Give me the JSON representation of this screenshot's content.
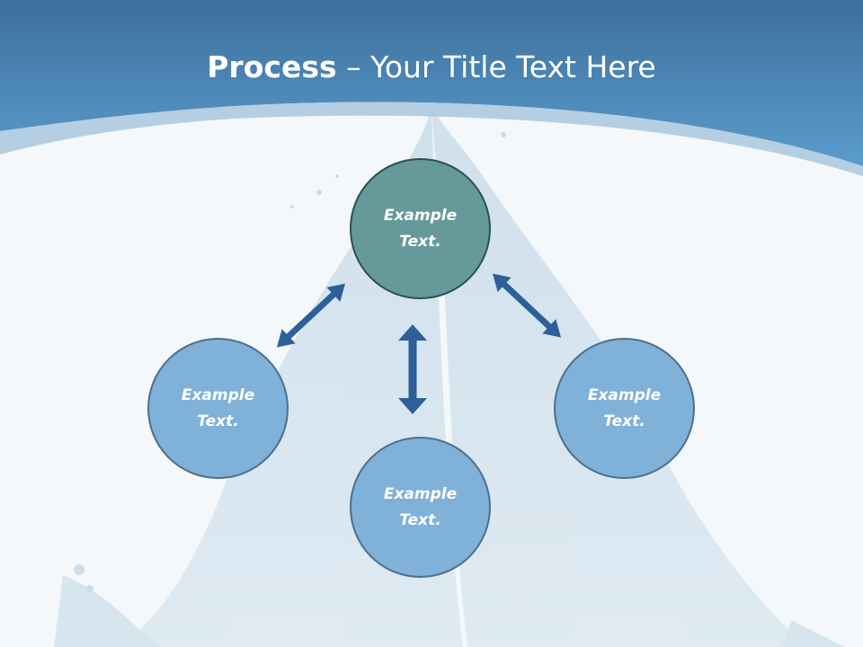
{
  "slide": {
    "title_bold": "Process",
    "title_rest": " – Your Title Text Here"
  },
  "diagram": {
    "nodes": {
      "top": "Example Text.",
      "left": "Example Text.",
      "bottom": "Example Text.",
      "right": "Example Text."
    },
    "arrows": [
      "double-arrow",
      "double-arrow",
      "double-arrow"
    ]
  },
  "colors": {
    "header_band": "#4a86b8",
    "top_node_fill": "#66999a",
    "node_fill": "#7fb1d9",
    "arrow": "#2d5f99",
    "background": "#f4f8fb"
  }
}
